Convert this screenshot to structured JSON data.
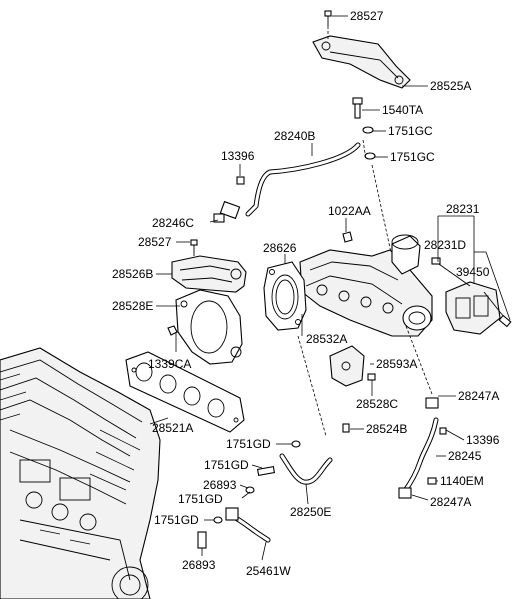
{
  "labels": {
    "p28527_top": "28527",
    "p28525A": "28525A",
    "p1540TA": "1540TA",
    "p1751GC_a": "1751GC",
    "p28240B": "28240B",
    "p1751GC_b": "1751GC",
    "p13396_a": "13396",
    "p28231": "28231",
    "p1022AA": "1022AA",
    "p28246C": "28246C",
    "p28231D": "28231D",
    "p28527_mid": "28527",
    "p28626": "28626",
    "p39450": "39450",
    "p28526B": "28526B",
    "p28528E": "28528E",
    "p28532A": "28532A",
    "p1339CA": "1339CA",
    "p28593A": "28593A",
    "p28247A_a": "28247A",
    "p28528C": "28528C",
    "p28521A": "28521A",
    "p28524B": "28524B",
    "p1751GD_a": "1751GD",
    "p13396_b": "13396",
    "p28245": "28245",
    "p1751GD_b": "1751GD",
    "p1140EM": "1140EM",
    "p26893_a": "26893",
    "p1751GD_c": "1751GD",
    "p28247A_b": "28247A",
    "p28250E": "28250E",
    "p1751GD_d": "1751GD",
    "p26893_b": "26893",
    "p25461W": "25461W"
  }
}
